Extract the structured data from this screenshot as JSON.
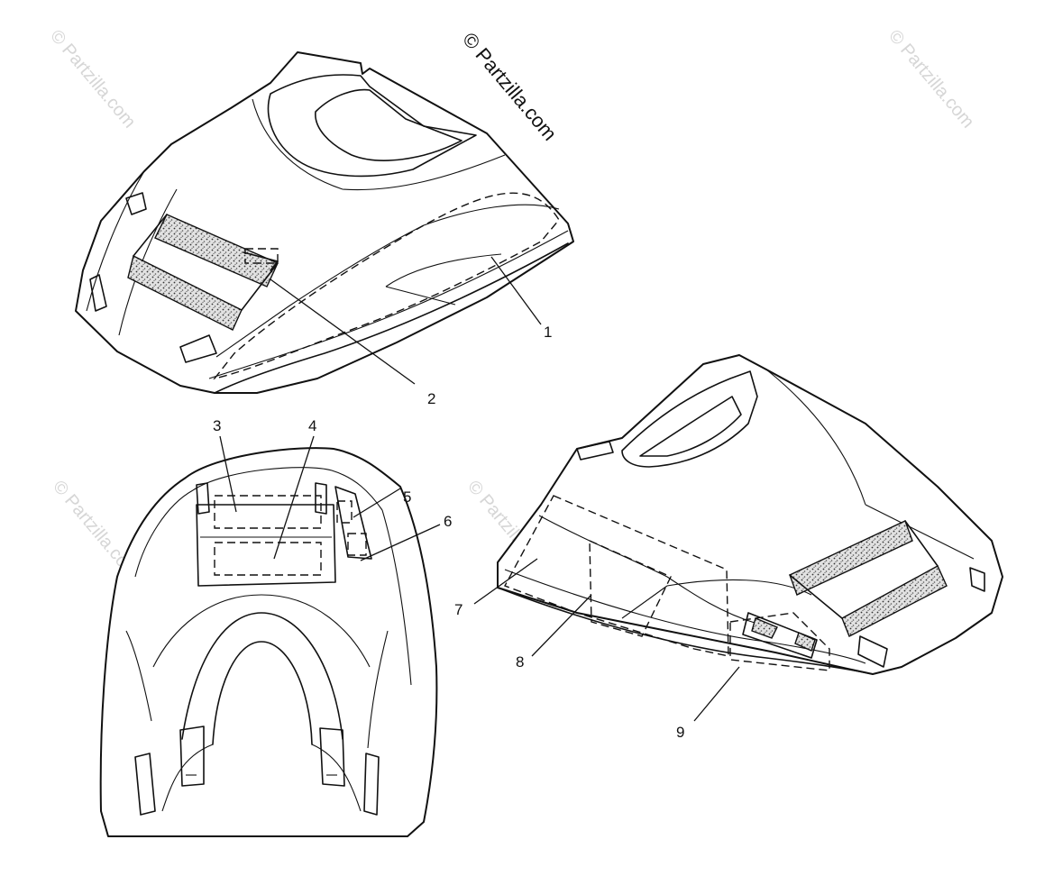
{
  "copyright_text": "© Partzilla.com",
  "watermark_text": "© Partzilla.com",
  "callouts": [
    {
      "number": "1"
    },
    {
      "number": "2"
    },
    {
      "number": "3"
    },
    {
      "number": "4"
    },
    {
      "number": "5"
    },
    {
      "number": "6"
    },
    {
      "number": "7"
    },
    {
      "number": "8"
    },
    {
      "number": "9"
    }
  ]
}
